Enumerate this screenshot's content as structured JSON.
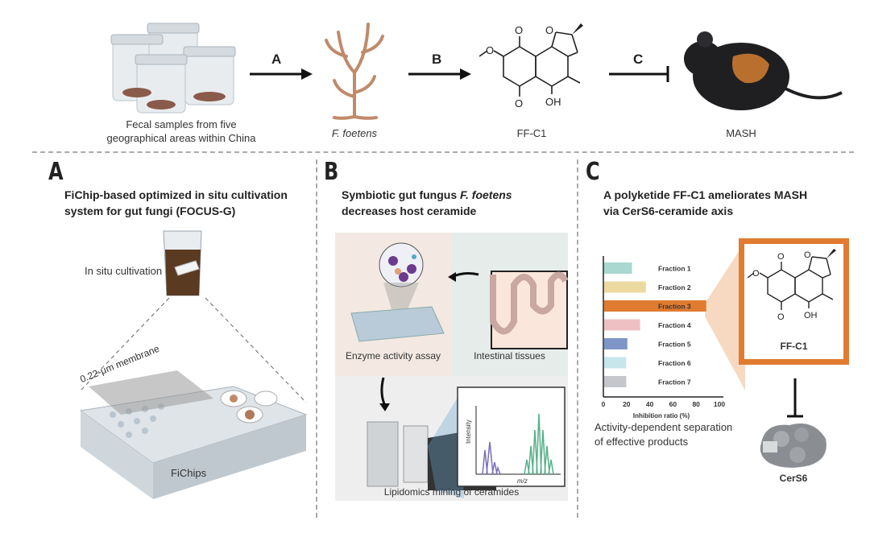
{
  "top_row": {
    "fecal_label_1": "Fecal samples from five",
    "fecal_label_2": "geographical areas within China",
    "fungus_label": "F. foetens",
    "compound_label": "FF-C1",
    "disease_label": "MASH",
    "arrow_a": "A",
    "arrow_b": "B",
    "arrow_c": "C"
  },
  "panel_a": {
    "letter": "A",
    "title_1": "FiChip-based optimized in situ cultivation",
    "title_2": "system for gut fungi (FOCUS-G)",
    "beaker_label": "In situ cultivation",
    "membrane_label": "0.22-μm membrane",
    "chips_label": "FiChips"
  },
  "panel_b": {
    "letter": "B",
    "title_1a": "Symbiotic gut fungus ",
    "title_1b": "F. foetens",
    "title_2": "decreases host ceramide",
    "enzyme_label": "Enzyme activity assay",
    "tissue_label": "Intestinal tissues",
    "lipidomics_label": "Lipidomics mining of ceramides",
    "ms_ylabel": "Intensity",
    "ms_xlabel": "m/z"
  },
  "panel_c": {
    "letter": "C",
    "title_1": "A polyketide FF-C1 ameliorates MASH",
    "title_2": "via CerS6-ceramide axis",
    "compound_label": "FF-C1",
    "protein_label": "CerS6",
    "caption_1": "Activity-dependent separation",
    "caption_2": "of effective products"
  },
  "chart_data": {
    "type": "bar",
    "orientation": "horizontal",
    "categories": [
      "Fraction 1",
      "Fraction 2",
      "Fraction 3",
      "Fraction 4",
      "Fraction 5",
      "Fraction 6",
      "Fraction 7"
    ],
    "values": [
      24,
      36,
      88,
      31,
      20,
      19,
      19
    ],
    "colors": [
      "#a8d8d0",
      "#ecd9a0",
      "#e07b30",
      "#eec0c4",
      "#7f95c8",
      "#c6e6ec",
      "#c4c6cc"
    ],
    "xlabel": "Inhibition ratio (%)",
    "xlim": [
      0,
      100
    ],
    "xticks": [
      "0",
      "20",
      "40",
      "60",
      "80",
      "100"
    ]
  }
}
